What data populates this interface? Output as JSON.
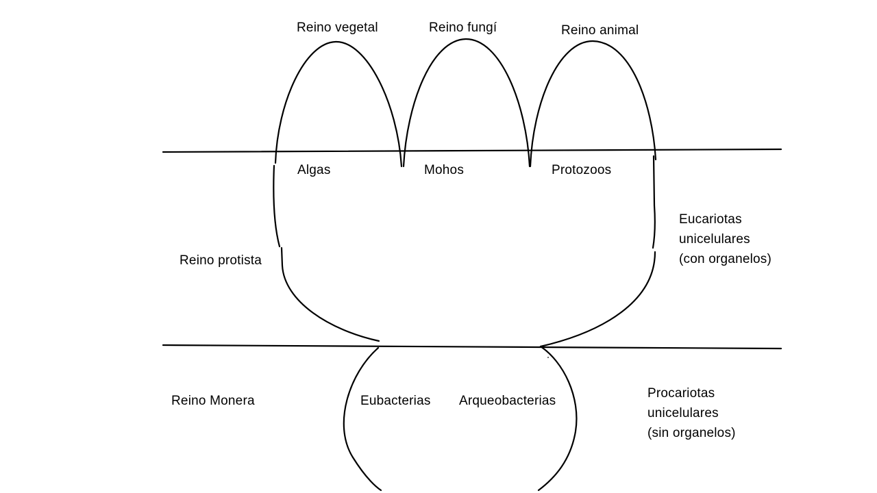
{
  "kingdoms_top": {
    "vegetal": "Reino vegetal",
    "fungi": "Reino fungí",
    "animal": "Reino animal"
  },
  "protist_groups": {
    "algas": "Algas",
    "mohos": "Mohos",
    "protozoos": "Protozoos"
  },
  "protista_label": "Reino protista",
  "eucariotas": {
    "line1": "Eucariotas",
    "line2": "unicelulares",
    "line3": "(con  organelos)"
  },
  "monera": {
    "label": "Reino Monera",
    "eubacterias": "Eubacterias",
    "arqueobacterias": "Arqueobacterias"
  },
  "procariotas": {
    "line1": "Procariotas",
    "line2": "unicelulares",
    "line3": "(sin organelos)"
  },
  "colors": {
    "line": "#000000",
    "text": "#000000",
    "background": "#ffffff"
  }
}
